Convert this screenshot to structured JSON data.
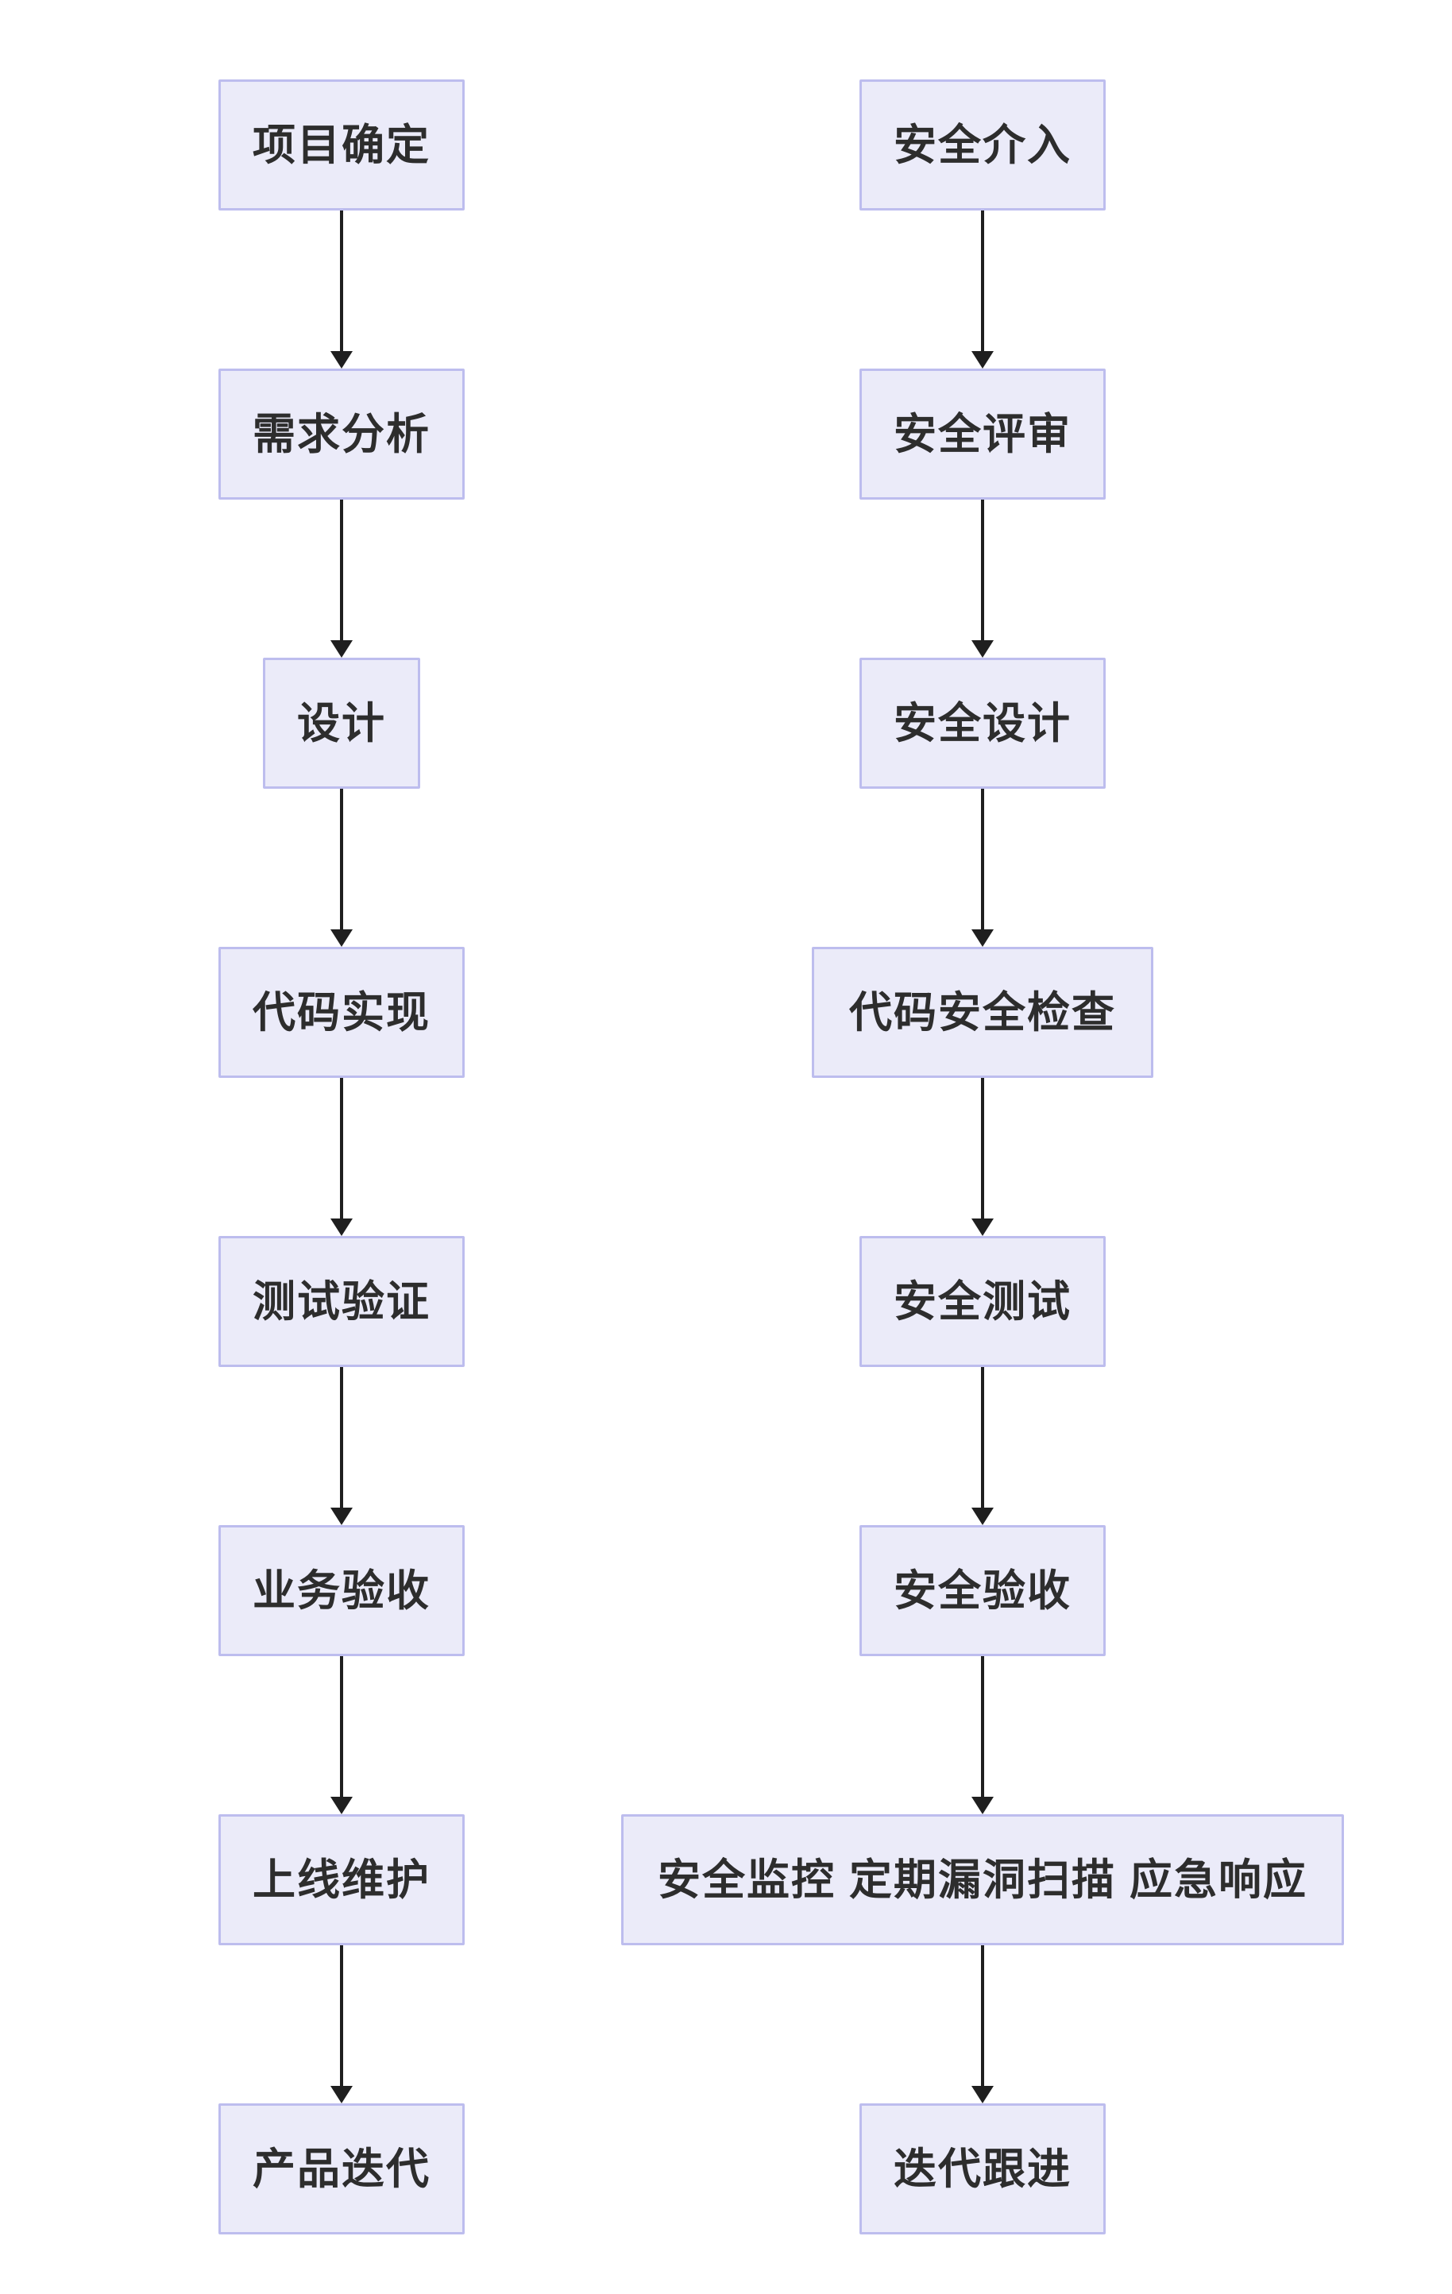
{
  "diagram": {
    "type": "flowchart",
    "direction": "top-down",
    "colors": {
      "node_fill": "#ebebf9",
      "node_border": "#bdbdee",
      "text": "#2d2d2d",
      "arrow": "#1f1f1f",
      "background": "#ffffff"
    },
    "columns": [
      {
        "id": "dev-flow",
        "steps": [
          "项目确定",
          "需求分析",
          "设计",
          "代码实现",
          "测试验证",
          "业务验收",
          "上线维护",
          "产品迭代"
        ]
      },
      {
        "id": "security-flow",
        "steps": [
          "安全介入",
          "安全评审",
          "安全设计",
          "代码安全检查",
          "安全测试",
          "安全验收",
          "安全监控 定期漏洞扫描 应急响应",
          "迭代跟进"
        ]
      }
    ]
  }
}
